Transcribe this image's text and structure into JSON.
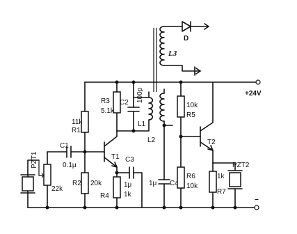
{
  "supply": "+24V",
  "ground_symbol": "−",
  "components": {
    "pzt1": "PZT1",
    "pzt1_res": "22k",
    "c1": "C1",
    "c1_val": "0.1μ",
    "r1": "R1",
    "r1_val": "11k",
    "r2": "R2",
    "r2_val": "20k",
    "r3": "R3",
    "r3_val": "5.1k",
    "c2": "C2",
    "c2_val": "100p",
    "l1": "L1",
    "t1": "T1",
    "c3": "C3",
    "c3_val": "1μ",
    "r4": "R4",
    "r4_val": "1k",
    "l2": "L2",
    "l3": "L3",
    "d": "D",
    "c4_val": "1μ",
    "c4": "C4",
    "r5": "R5",
    "r5_val": "10k",
    "r6": "R6",
    "r6_val": "10k",
    "t2": "T2",
    "r7": "R7",
    "r7_val": "1k",
    "pzt2": "PZT2"
  },
  "colors": {
    "ink": "#111111",
    "paper": "#ffffff"
  }
}
